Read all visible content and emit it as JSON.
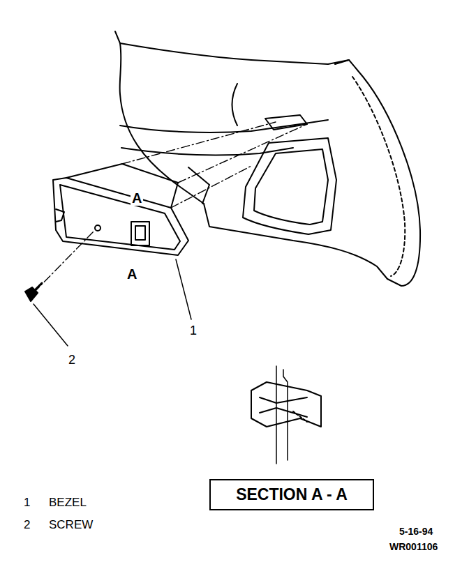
{
  "diagram": {
    "nodes": [
      {
        "text": [
          "SECTION A - A"
        ]
      }
    ],
    "labels": [
      "A",
      "A",
      "1",
      "2",
      "1",
      "BEZEL",
      "2",
      "SCREW",
      "5-16-94",
      "WR001106"
    ]
  }
}
